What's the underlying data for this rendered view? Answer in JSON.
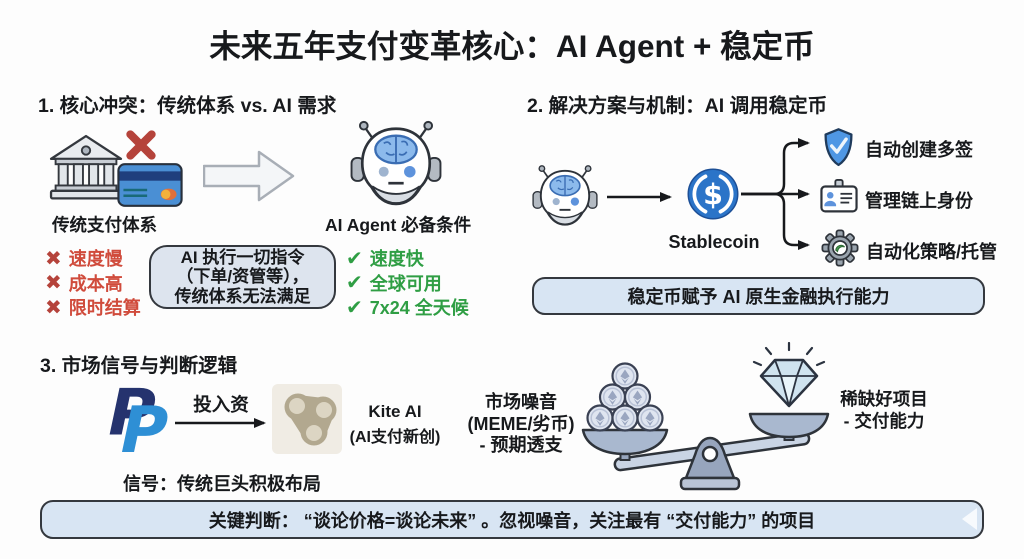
{
  "title": "未来五年支付变革核心：AI Agent + 稳定币",
  "icons": {
    "cross_mark": "✖",
    "check_mark": "✔"
  },
  "colors": {
    "negative_red": "#d04b3c",
    "positive_green": "#2f9e44",
    "stablecoin_blue": "#2b74c8",
    "panel_blue": "#d8e5f3"
  },
  "section1": {
    "heading": "1. 核心冲突：传统体系 vs. AI 需求",
    "bank_label": "传统支付体系",
    "robot_label": "AI Agent 必备条件",
    "cons": [
      "速度慢",
      "成本高",
      "限时结算"
    ],
    "box_lines": [
      "AI 执行一切指令",
      "（下单/资管等），",
      "传统体系无法满足"
    ],
    "pros": [
      "速度快",
      "全球可用",
      "7x24 全天候"
    ]
  },
  "section2": {
    "heading": "2. 解决方案与机制：AI 调用稳定币",
    "coin_label": "Stablecoin",
    "items": [
      "自动创建多签",
      "管理链上身份",
      "自动化策略/托管"
    ],
    "box": "稳定币赋予 AI 原生金融执行能力"
  },
  "section3": {
    "heading": "3. 市场信号与判断逻辑",
    "invest_label": "投入资",
    "kite_title": "Kite AI",
    "kite_sub": "(AI支付新创)",
    "signal": "信号：传统巨头积极布局",
    "noise_lines": [
      "市场噪音",
      "(MEME/劣币)",
      "- 预期透支"
    ],
    "rare_lines": [
      "稀缺好项目",
      "- 交付能力"
    ],
    "box": "关键判断： “谈论价格=谈论未来” 。忽视噪音，关注最有 “交付能力” 的项目"
  }
}
